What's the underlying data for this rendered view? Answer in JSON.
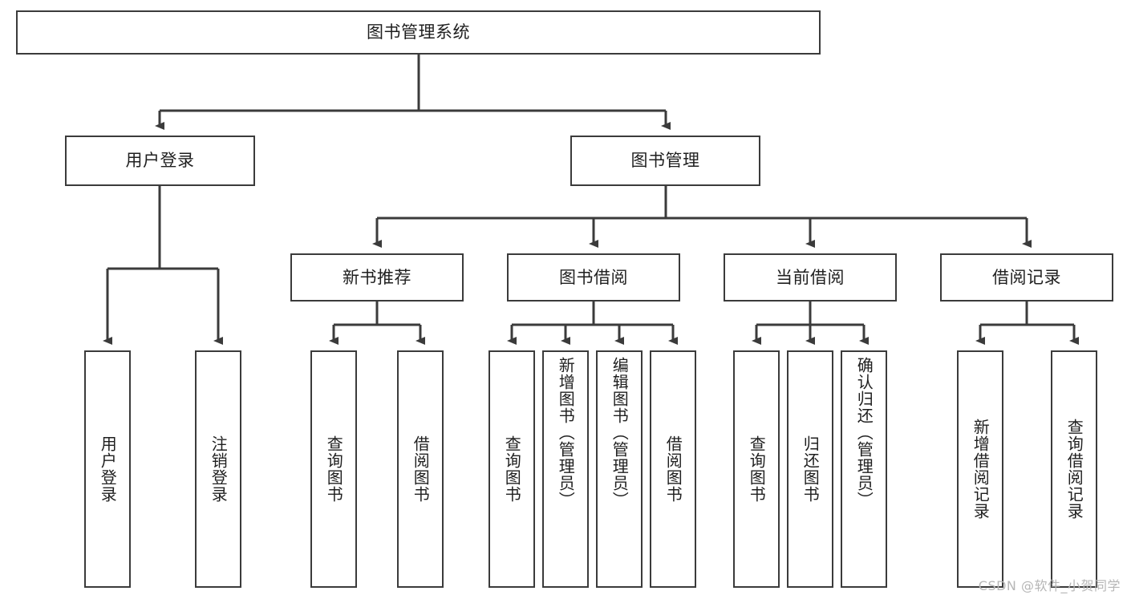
{
  "diagram": {
    "type": "tree-hierarchy",
    "title": "图书管理系统",
    "root": {
      "id": "root",
      "label": "图书管理系统"
    },
    "level2": [
      {
        "id": "user-login",
        "label": "用户登录"
      },
      {
        "id": "book-management",
        "label": "图书管理"
      }
    ],
    "level3": [
      {
        "id": "new-book-recommend",
        "label": "新书推荐",
        "parent": "book-management"
      },
      {
        "id": "book-borrow",
        "label": "图书借阅",
        "parent": "book-management"
      },
      {
        "id": "current-borrow",
        "label": "当前借阅",
        "parent": "book-management"
      },
      {
        "id": "borrow-record",
        "label": "借阅记录",
        "parent": "book-management"
      }
    ],
    "leaves": [
      {
        "id": "leaf-user-login",
        "label": "用户登录",
        "parent": "user-login"
      },
      {
        "id": "leaf-logout-login",
        "label": "注销登录",
        "parent": "user-login"
      },
      {
        "id": "leaf-query-book-1",
        "label": "查询图书",
        "parent": "new-book-recommend"
      },
      {
        "id": "leaf-borrow-book-1",
        "label": "借阅图书",
        "parent": "new-book-recommend"
      },
      {
        "id": "leaf-query-book-2",
        "label": "查询图书",
        "parent": "book-borrow"
      },
      {
        "id": "leaf-add-book",
        "label": "新增图书（管理员）",
        "parent": "book-borrow"
      },
      {
        "id": "leaf-edit-book",
        "label": "编辑图书（管理员）",
        "parent": "book-borrow"
      },
      {
        "id": "leaf-borrow-book-2",
        "label": "借阅图书",
        "parent": "book-borrow"
      },
      {
        "id": "leaf-query-book-3",
        "label": "查询图书",
        "parent": "current-borrow"
      },
      {
        "id": "leaf-return-book",
        "label": "归还图书",
        "parent": "current-borrow"
      },
      {
        "id": "leaf-confirm-return",
        "label": "确认归还（管理员）",
        "parent": "current-borrow"
      },
      {
        "id": "leaf-add-record",
        "label": "新增借阅记录",
        "parent": "borrow-record"
      },
      {
        "id": "leaf-query-record",
        "label": "查询借阅记录",
        "parent": "borrow-record"
      }
    ]
  },
  "watermark": {
    "text": "CSDN @软件_小贺同学"
  },
  "colors": {
    "stroke": "#3b3b3b",
    "text": "#1f1f1f",
    "background": "#ffffff",
    "watermark": "#b6b6b6"
  }
}
